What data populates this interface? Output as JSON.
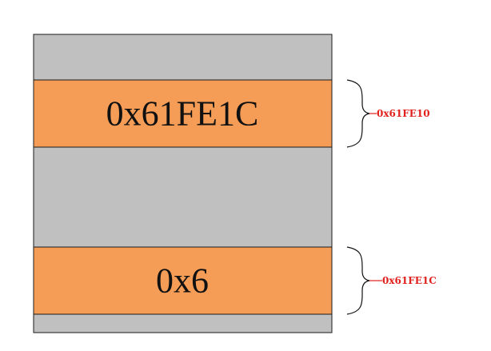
{
  "colors": {
    "gray_block": "#c0c0c0",
    "orange_block": "#f59d56",
    "border": "#1a1a1a",
    "address_label": "#e0201c",
    "brace": "#111111"
  },
  "memory": {
    "cells": [
      {
        "kind": "gray",
        "value": ""
      },
      {
        "kind": "orange",
        "value": "0x61FE1C"
      },
      {
        "kind": "gray",
        "value": ""
      },
      {
        "kind": "orange",
        "value": "0x6"
      },
      {
        "kind": "gray",
        "value": ""
      }
    ]
  },
  "annotations": [
    {
      "address": "0x61FE10",
      "cell_index": 1
    },
    {
      "address": "0x61FE1C",
      "cell_index": 3
    }
  ]
}
